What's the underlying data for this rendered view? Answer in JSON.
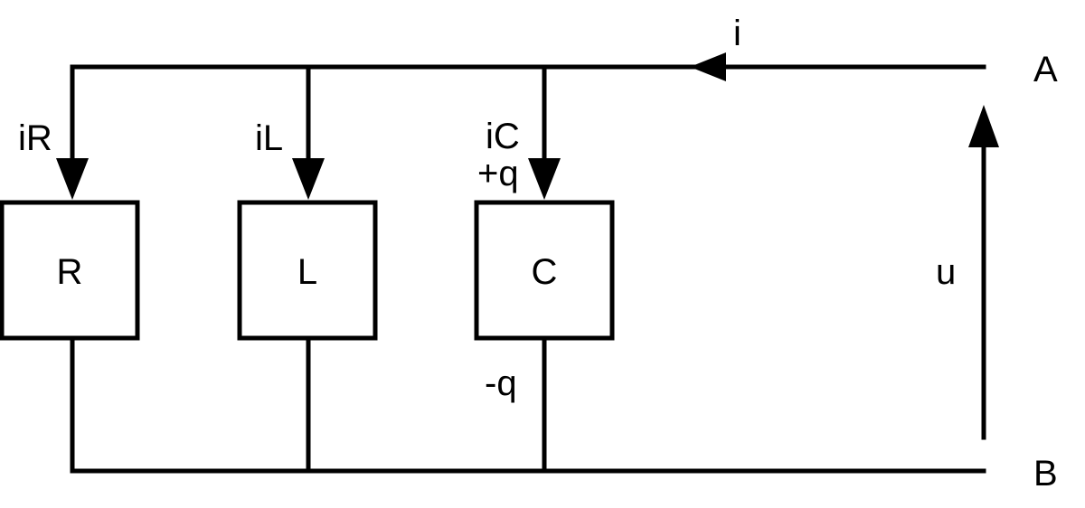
{
  "diagram": {
    "nodes": {
      "A": "A",
      "B": "B"
    },
    "source_current": "i",
    "voltage": "u",
    "branches": [
      {
        "component": "R",
        "current": "iR"
      },
      {
        "component": "L",
        "current": "iL"
      },
      {
        "component": "C",
        "current": "iC",
        "charge_top": "+q",
        "charge_bottom": "-q"
      }
    ]
  }
}
